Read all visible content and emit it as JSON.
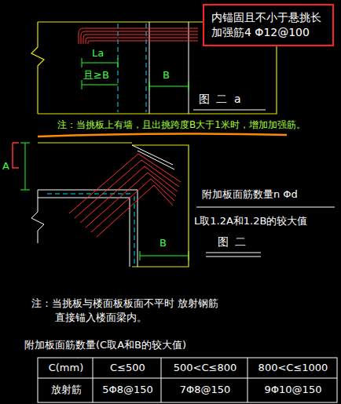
{
  "diagram": {
    "nodes": [
      {
        "text": [
          "内锚固且不小于悬挑长 加强筋4 Φ12@100"
        ]
      }
    ],
    "labels": [
      "La",
      "且≥B",
      "B",
      "图 二 a",
      "注：当挑板上有墙，且出挑跨度B大于1米时，增加加强筋。",
      "A",
      "附加板面筋数量n Φd",
      "L取1.2A和1.2B的较大值",
      "B",
      "图 二",
      "注：当挑板与楼面板板面不平时 放射钢筋直接锚入楼面梁内。",
      "附加板面筋数量(C取A和B的较大值)",
      "C(mm)",
      "C≤500",
      "500<C≤800",
      "800<C≤1000",
      "放射筋",
      "5Φ8@150",
      "7Φ8@150",
      "9Φ10@150"
    ]
  }
}
